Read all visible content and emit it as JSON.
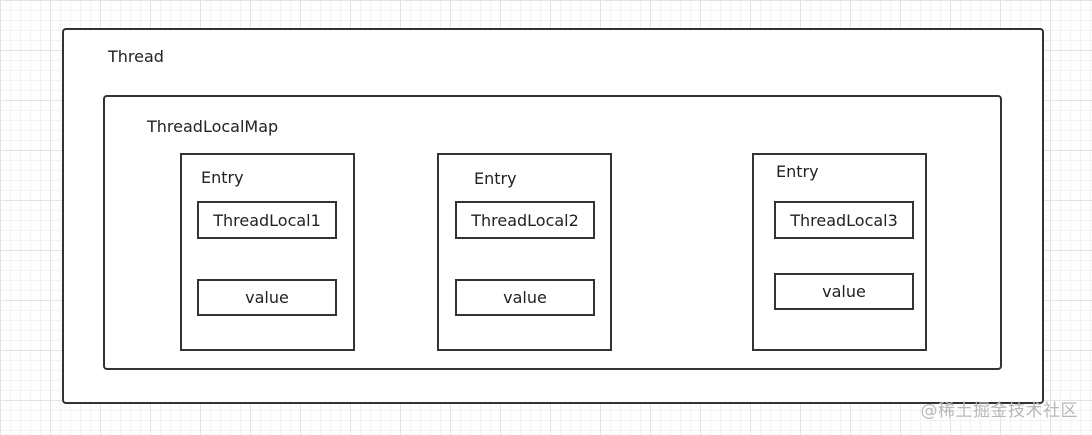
{
  "thread": {
    "label": "Thread"
  },
  "map": {
    "label": "ThreadLocalMap"
  },
  "entries": [
    {
      "label": "Entry",
      "key": "ThreadLocal1",
      "value": "value"
    },
    {
      "label": "Entry",
      "key": "ThreadLocal2",
      "value": "value"
    },
    {
      "label": "Entry",
      "key": "ThreadLocal3",
      "value": "value"
    }
  ],
  "watermark": "@稀土掘金技术社区"
}
